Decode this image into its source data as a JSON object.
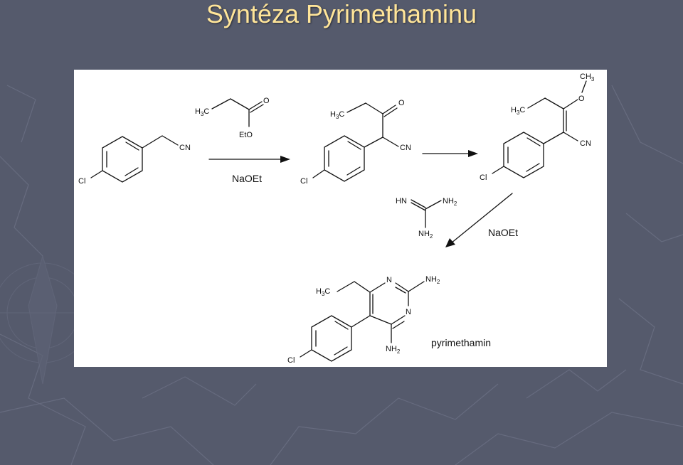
{
  "slide": {
    "title": "Syntéza Pyrimethaminu",
    "colors": {
      "background": "#555a6c",
      "title": "#ffe599",
      "panel": "#ffffff"
    }
  },
  "scheme": {
    "reagents": {
      "step1": "NaOEt",
      "step3": "NaOEt"
    },
    "atoms": {
      "cl": "Cl",
      "cn": "CN",
      "o": "O",
      "eto": "EtO",
      "n": "N",
      "hn": "HN"
    },
    "groups": {
      "h3c": {
        "main": "H",
        "sub": "3",
        "tail": "C"
      },
      "ch3": {
        "main": "CH",
        "sub": "3"
      },
      "nh2": {
        "main": "NH",
        "sub": "2"
      }
    },
    "product_name": "pyrimethamin"
  }
}
